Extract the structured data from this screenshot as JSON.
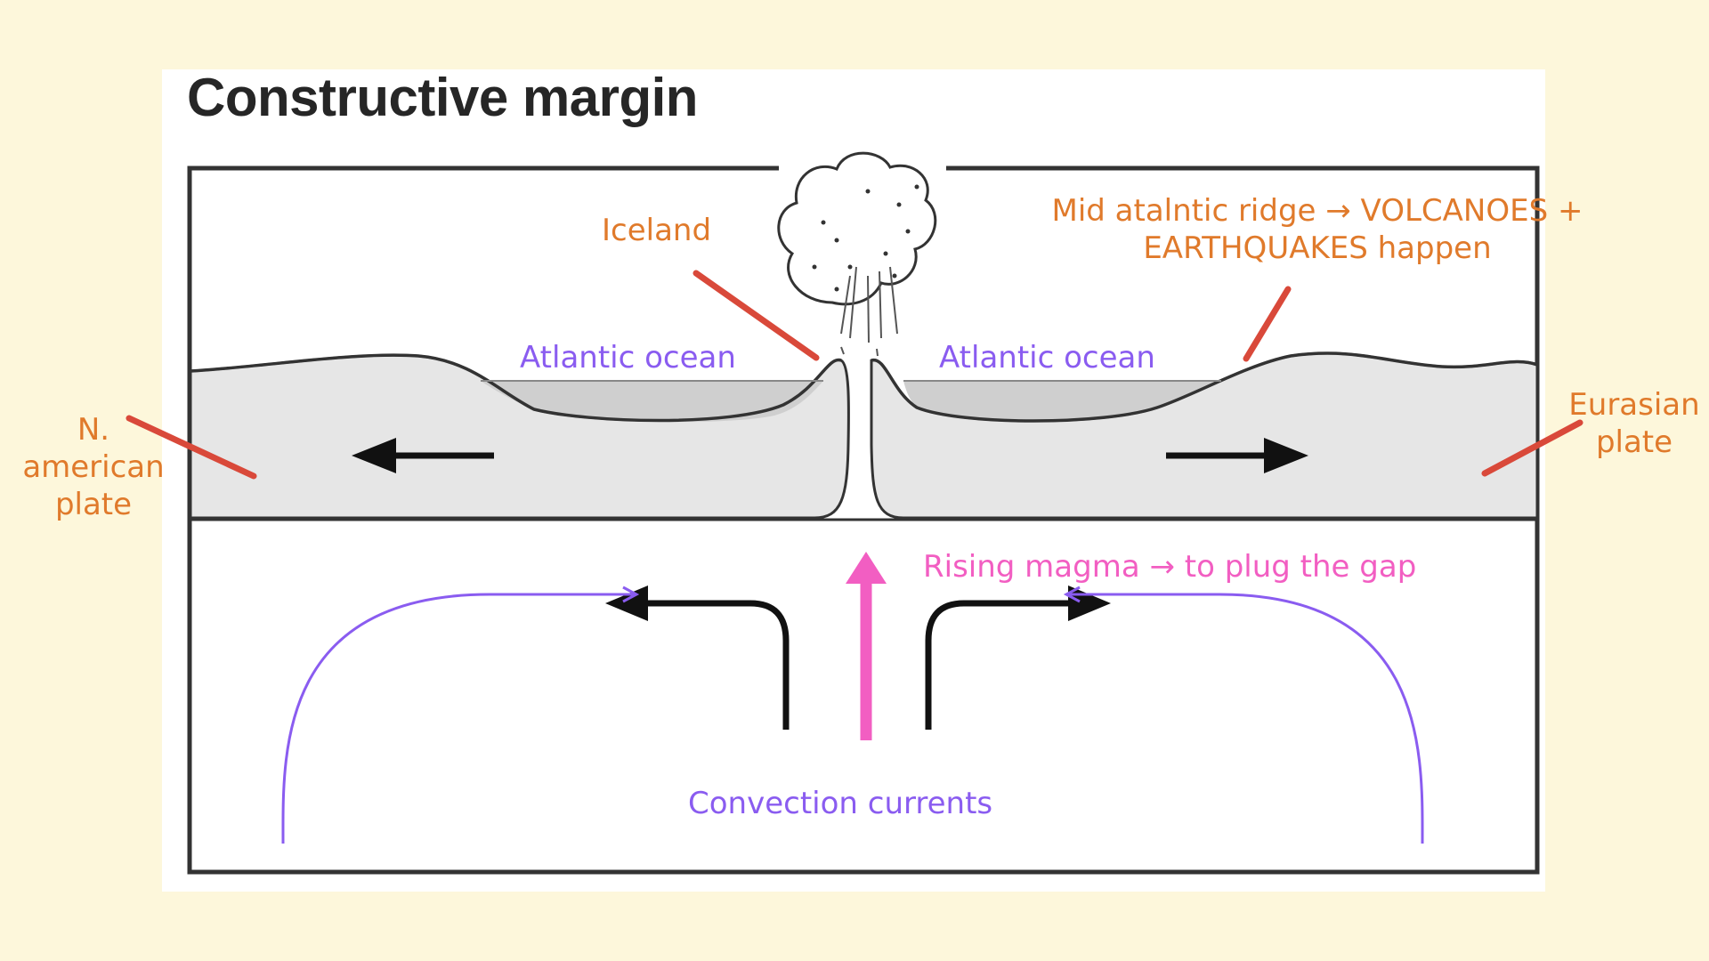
{
  "title": "Constructive margin",
  "labels": {
    "iceland": "Iceland",
    "ocean_left": "Atlantic ocean",
    "ocean_right": "Atlantic ocean",
    "ridge_line1": "Mid atalntic ridge → VOLCANOES +",
    "ridge_line2": "EARTHQUAKES happen",
    "na_line1": "N.",
    "na_line2": "american",
    "na_line3": "plate",
    "eu_line1": "Eurasian",
    "eu_line2": "plate",
    "magma": "Rising magma → to plug the gap",
    "convection": "Convection currents"
  },
  "colors": {
    "background": "#fdf7db",
    "annotation_orange": "#e07a2b",
    "pointer_red": "#d9493a",
    "ocean_purple": "#8a5cf0",
    "magma_pink": "#f25ec2",
    "plate_fill": "#e6e6e6",
    "water_fill": "#cfcfcf"
  }
}
